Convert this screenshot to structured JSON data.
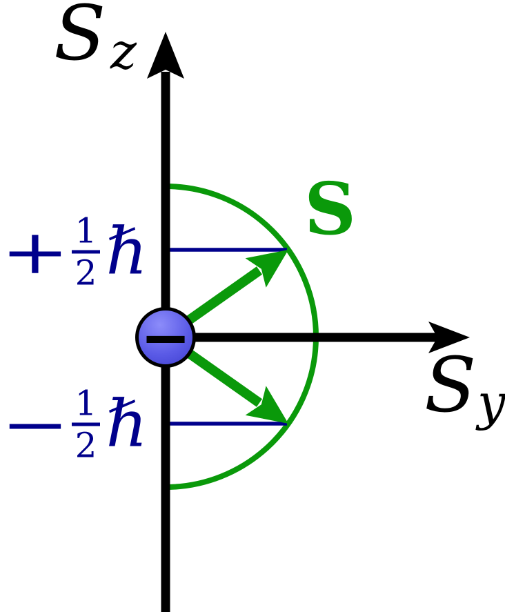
{
  "diagram": {
    "background_color": "#ffffff",
    "colors": {
      "axis_black": "#000000",
      "tick_navy": "#00008c",
      "spin_green": "#0a990a",
      "electron_blue_light": "#8c8cfa",
      "electron_blue_mid": "#5a5ae6",
      "electron_blue_dark": "#3c3ccc"
    },
    "z_axis": {
      "label_main": "S",
      "label_sub": "z"
    },
    "y_axis": {
      "label_main": "S",
      "label_sub": "y"
    },
    "spin_vector": {
      "label": "S"
    },
    "electron": {
      "charge_symbol": "−"
    },
    "tick_up": {
      "sign": "+",
      "numerator": "1",
      "denominator": "2",
      "unit": "ℏ"
    },
    "tick_down": {
      "sign": "−",
      "numerator": "1",
      "denominator": "2",
      "unit": "ℏ"
    }
  }
}
